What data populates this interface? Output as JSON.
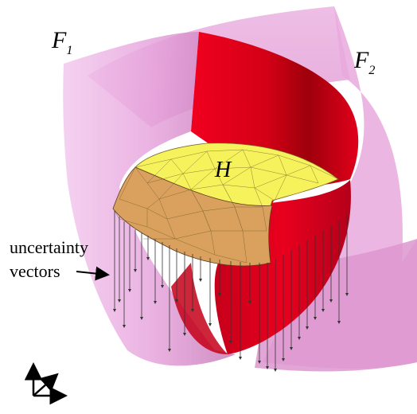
{
  "figure": {
    "labels": {
      "f1": {
        "main": "F",
        "sub": "1"
      },
      "f2": {
        "main": "F",
        "sub": "2"
      },
      "h": "H",
      "uncertainty_line1": "uncertainty",
      "uncertainty_line2": "vectors"
    },
    "colors": {
      "f1_surface": "#e7a6dd",
      "f2_surface": "#e4001a",
      "h_sunlit": "#f6f25c",
      "h_shaded": "#d9a15d",
      "vectors": "#333333"
    },
    "icons": {
      "axes": "axes-triad-icon",
      "arrow": "arrow-right-icon"
    }
  }
}
